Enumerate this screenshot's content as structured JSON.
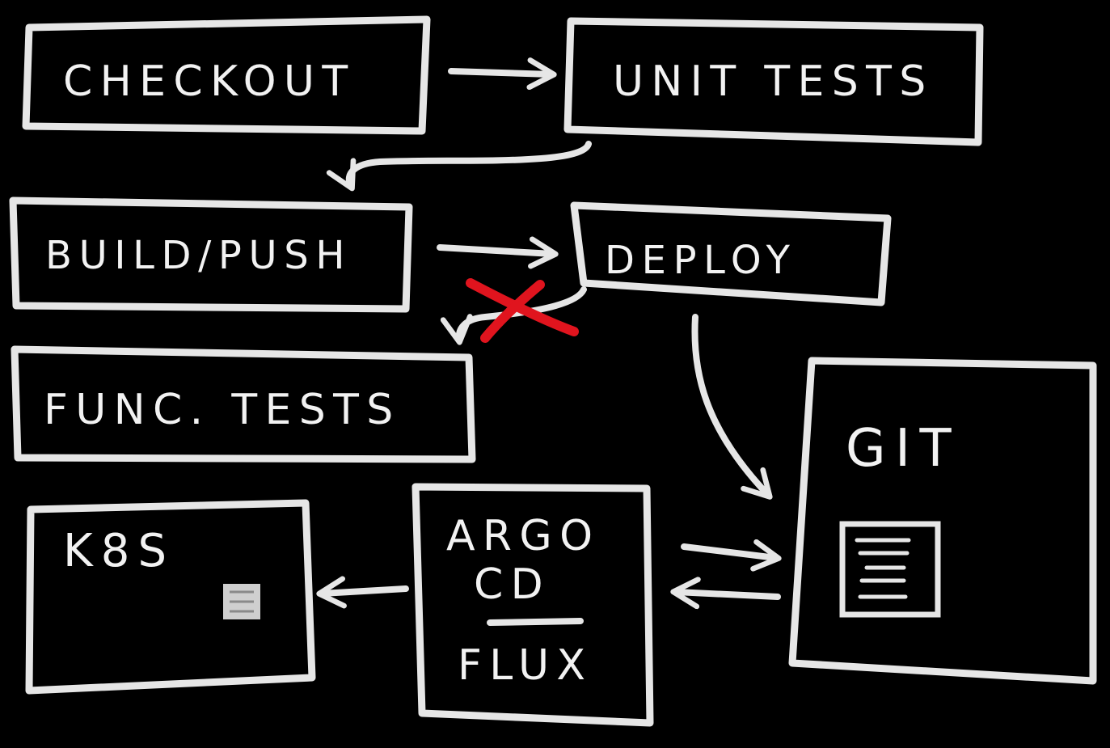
{
  "colors": {
    "background": "#000000",
    "chalk": "#e6e6e6",
    "cross": "#e0141e"
  },
  "nodes": {
    "checkout": "CHECKOUT",
    "unit_tests": "UNIT TESTS",
    "build_push": "BUILD/PUSH",
    "deploy": "DEPLOY",
    "func_tests": "FUNC. TESTS",
    "k8s": "K8S",
    "argo_cd": [
      "ARGO",
      "CD"
    ],
    "flux": "FLUX",
    "git": "GIT"
  },
  "icons": {
    "k8s_box": "container-icon",
    "git_file": "document-icon",
    "crossed_out": "cross-icon"
  }
}
